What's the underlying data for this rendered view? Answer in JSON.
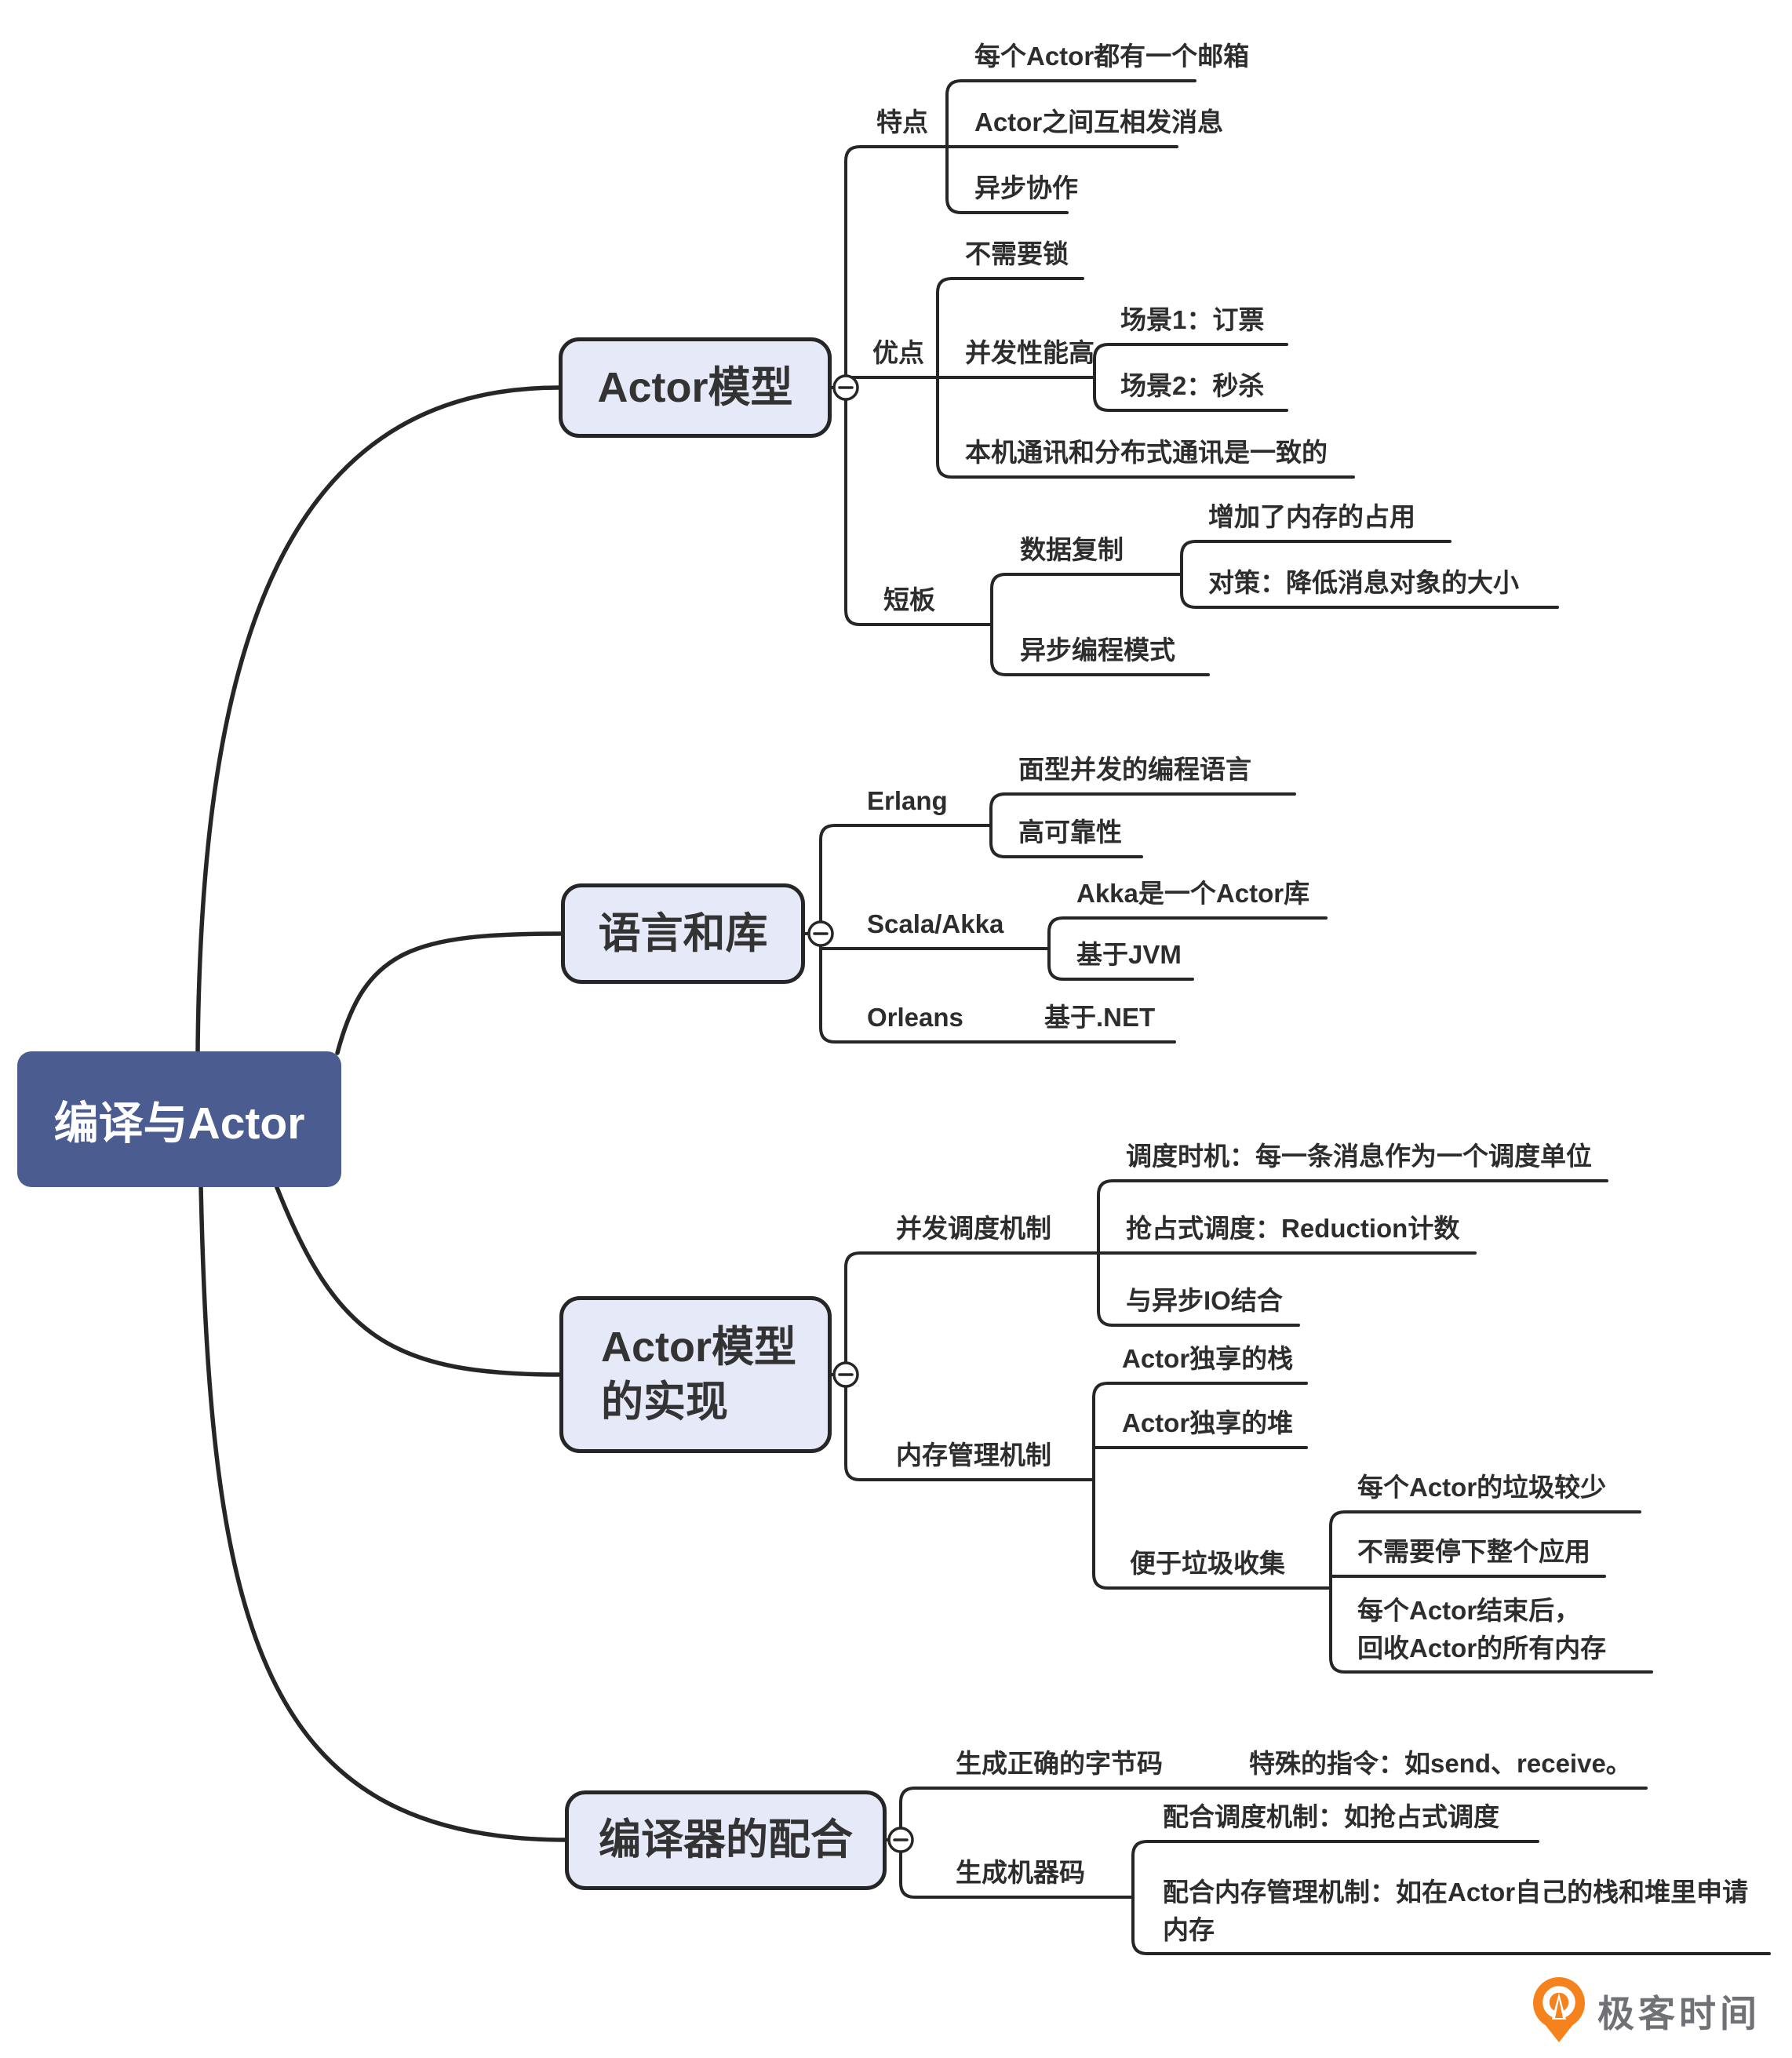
{
  "root": {
    "label": "编译与Actor"
  },
  "branches": [
    {
      "label": "Actor模型",
      "children": [
        {
          "label": "特点",
          "children": [
            {
              "label": "每个Actor都有一个邮箱"
            },
            {
              "label": "Actor之间互相发消息"
            },
            {
              "label": "异步协作"
            }
          ]
        },
        {
          "label": "优点",
          "children": [
            {
              "label": "不需要锁"
            },
            {
              "label": "并发性能高",
              "children": [
                {
                  "label": "场景1：订票"
                },
                {
                  "label": "场景2：秒杀"
                }
              ]
            },
            {
              "label": "本机通讯和分布式通讯是一致的"
            }
          ]
        },
        {
          "label": "短板",
          "children": [
            {
              "label": "数据复制",
              "children": [
                {
                  "label": "增加了内存的占用"
                },
                {
                  "label": "对策：降低消息对象的大小"
                }
              ]
            },
            {
              "label": "异步编程模式"
            }
          ]
        }
      ]
    },
    {
      "label": "语言和库",
      "children": [
        {
          "label": "Erlang",
          "children": [
            {
              "label": "面型并发的编程语言"
            },
            {
              "label": "高可靠性"
            }
          ]
        },
        {
          "label": "Scala/Akka",
          "children": [
            {
              "label": "Akka是一个Actor库"
            },
            {
              "label": "基于JVM"
            }
          ]
        },
        {
          "label": "Orleans",
          "children": [
            {
              "label": "基于.NET"
            }
          ]
        }
      ]
    },
    {
      "label": "Actor模型\n的实现",
      "children": [
        {
          "label": "并发调度机制",
          "children": [
            {
              "label": "调度时机：每一条消息作为一个调度单位"
            },
            {
              "label": "抢占式调度：Reduction计数"
            },
            {
              "label": "与异步IO结合"
            }
          ]
        },
        {
          "label": "内存管理机制",
          "children": [
            {
              "label": "Actor独享的栈"
            },
            {
              "label": "Actor独享的堆"
            },
            {
              "label": "便于垃圾收集",
              "children": [
                {
                  "label": "每个Actor的垃圾较少"
                },
                {
                  "label": "不需要停下整个应用"
                },
                {
                  "label": "每个Actor结束后，\n回收Actor的所有内存"
                }
              ]
            }
          ]
        }
      ]
    },
    {
      "label": "编译器的配合",
      "children": [
        {
          "label": "生成正确的字节码",
          "children": [
            {
              "label": "特殊的指令：如send、receive。"
            }
          ]
        },
        {
          "label": "生成机器码",
          "children": [
            {
              "label": "配合调度机制：如抢占式调度"
            },
            {
              "label": "配合内存管理机制：如在Actor自己的栈和堆里申请\n内存"
            }
          ]
        }
      ]
    }
  ],
  "logo": {
    "text": "极客时间"
  },
  "colors": {
    "root_fill": "#4B5C90",
    "branch_fill": "#E6E9F8",
    "line": "#262626",
    "logo_orange": "#F6821E"
  }
}
